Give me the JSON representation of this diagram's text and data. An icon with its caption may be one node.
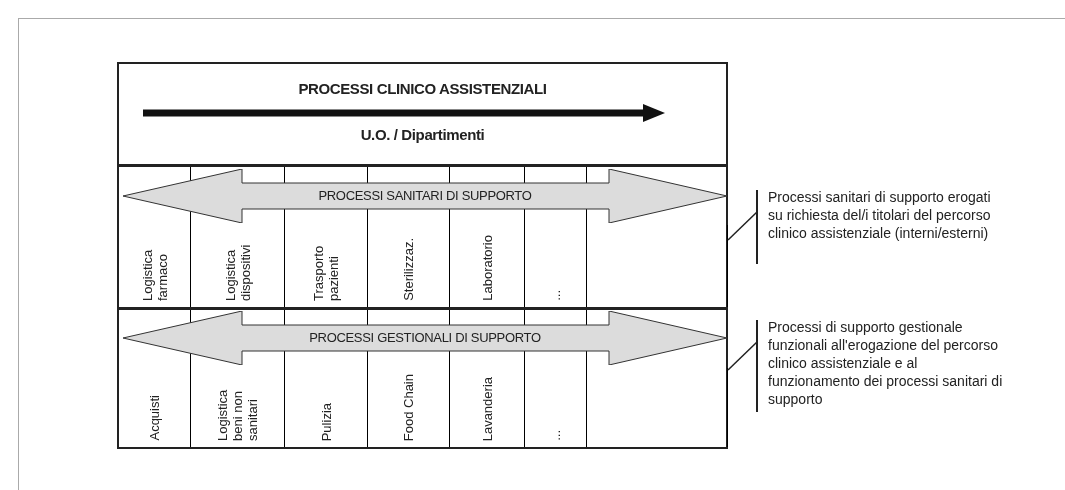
{
  "diagram": {
    "nodes": [
      {
        "text": [
          "PROCESSI CLINICO ASSISTENZIALI",
          "U.O. / Dipartimenti"
        ]
      },
      {
        "text": [],
        "shape": "box"
      },
      {
        "text": [
          "PROCESSI SANITARI DI SUPPORTO"
        ],
        "in": 1
      },
      {
        "text": [
          "Logistica farmaco"
        ],
        "in": 1
      },
      {
        "text": [
          "Logistica dispositivi"
        ],
        "in": 1
      },
      {
        "text": [
          "Trasporto pazienti"
        ],
        "in": 1
      },
      {
        "text": [
          "Sterilizzaz."
        ],
        "in": 1
      },
      {
        "text": [
          "Laboratorio"
        ],
        "in": 1
      },
      {
        "text": [
          "..."
        ],
        "in": 1
      },
      {
        "text": [],
        "shape": "box",
        "in": 1
      },
      {
        "text": [],
        "shape": "box"
      },
      {
        "text": [
          "PROCESSI GESTIONALI DI SUPPORTO"
        ],
        "in": 10
      },
      {
        "text": [
          "Acquisti"
        ],
        "in": 10
      },
      {
        "text": [
          "Logistica beni non sanitari"
        ],
        "in": 10
      },
      {
        "text": [
          "Pulizia"
        ],
        "in": 10
      },
      {
        "text": [
          "Food Chain"
        ],
        "in": 10
      },
      {
        "text": [
          "Lavanderia"
        ],
        "in": 10
      },
      {
        "text": [
          "..."
        ],
        "in": 10
      },
      {
        "text": [],
        "shape": "box",
        "in": 10
      },
      {
        "text": [
          "Processi sanitari di supporto erogati su richiesta del/i titolari del percorso clinico assistenziale (interni/esterni)"
        ]
      },
      {
        "text": [
          "Processi di supporto gestionale funzionali all'erogazione del percorso clinico assistenziale e al funzionamento dei processi sanitari di supporto"
        ]
      }
    ],
    "edges": [
      {
        "from": 19,
        "to": 1,
        "arrow": "none"
      },
      {
        "from": 20,
        "to": 10,
        "arrow": "none"
      }
    ]
  }
}
